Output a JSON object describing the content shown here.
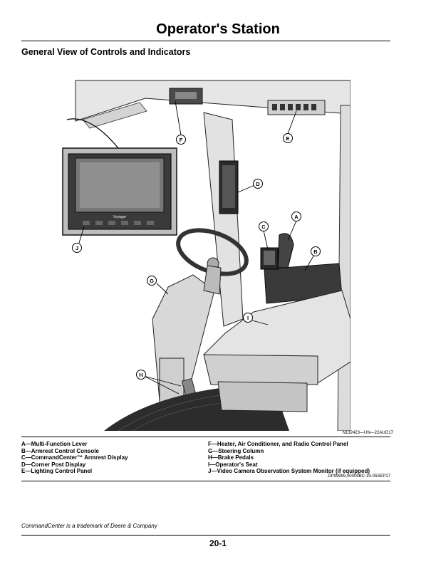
{
  "header": {
    "title": "Operator's Station"
  },
  "section": {
    "heading": "General View of Controls and Indicators"
  },
  "figure": {
    "id": "N132423—UN—22AUG17",
    "callouts": [
      "A",
      "B",
      "C",
      "D",
      "E",
      "F",
      "G",
      "H",
      "I",
      "J"
    ],
    "monitor_brand": "Voyager"
  },
  "legend": {
    "left": [
      "A—Multi-Function Lever",
      "B—Armrest Control Console",
      "C—CommandCenter™ Armrest Display",
      "D—Corner Post Display",
      "E—Lighting Control Panel"
    ],
    "right": [
      "F—Heater, Air Conditioner, and Radio Control Panel",
      "G—Steering Column",
      "H—Brake Pedals",
      "I—Operator's Seat",
      "J—Video Camera Observation System Monitor (if equipped)"
    ],
    "doc_code": "DP99999,00009BC-19-05SEP17"
  },
  "footer": {
    "trademark": "CommandCenter is a trademark of Deere & Company",
    "page_number": "20-1"
  }
}
